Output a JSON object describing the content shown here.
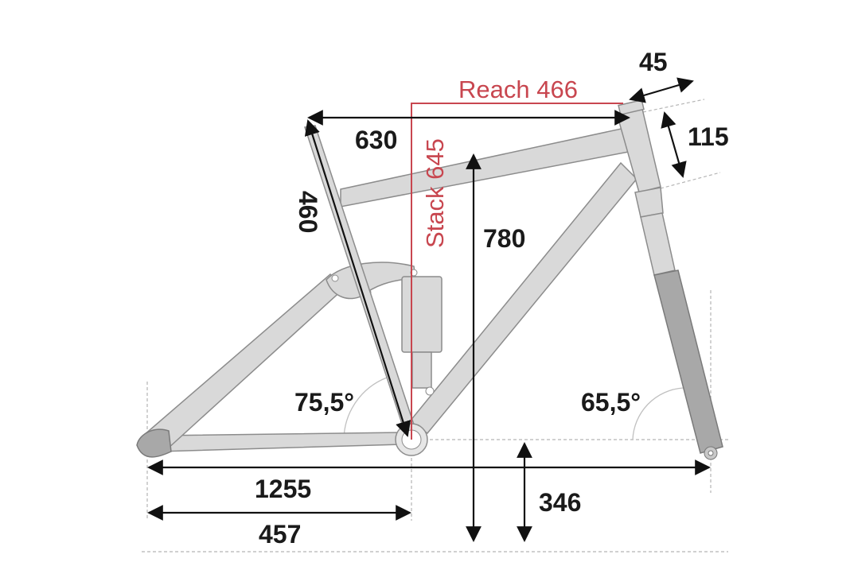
{
  "diagram": {
    "reach_label": "Reach 466",
    "stack_label": "Stack 645",
    "top_tube_length": "630",
    "seat_tube_length": "460",
    "headset_width": "45",
    "head_tube_length": "115",
    "head_height": "780",
    "seat_angle": "75,5°",
    "head_angle": "65,5°",
    "wheelbase": "1255",
    "chainstay": "457",
    "bb_height": "346"
  },
  "colors": {
    "accent_red": "#c8464f",
    "frame_fill": "#d9d9d9",
    "frame_stroke": "#8c8c8c",
    "dimension_line": "#111111"
  }
}
